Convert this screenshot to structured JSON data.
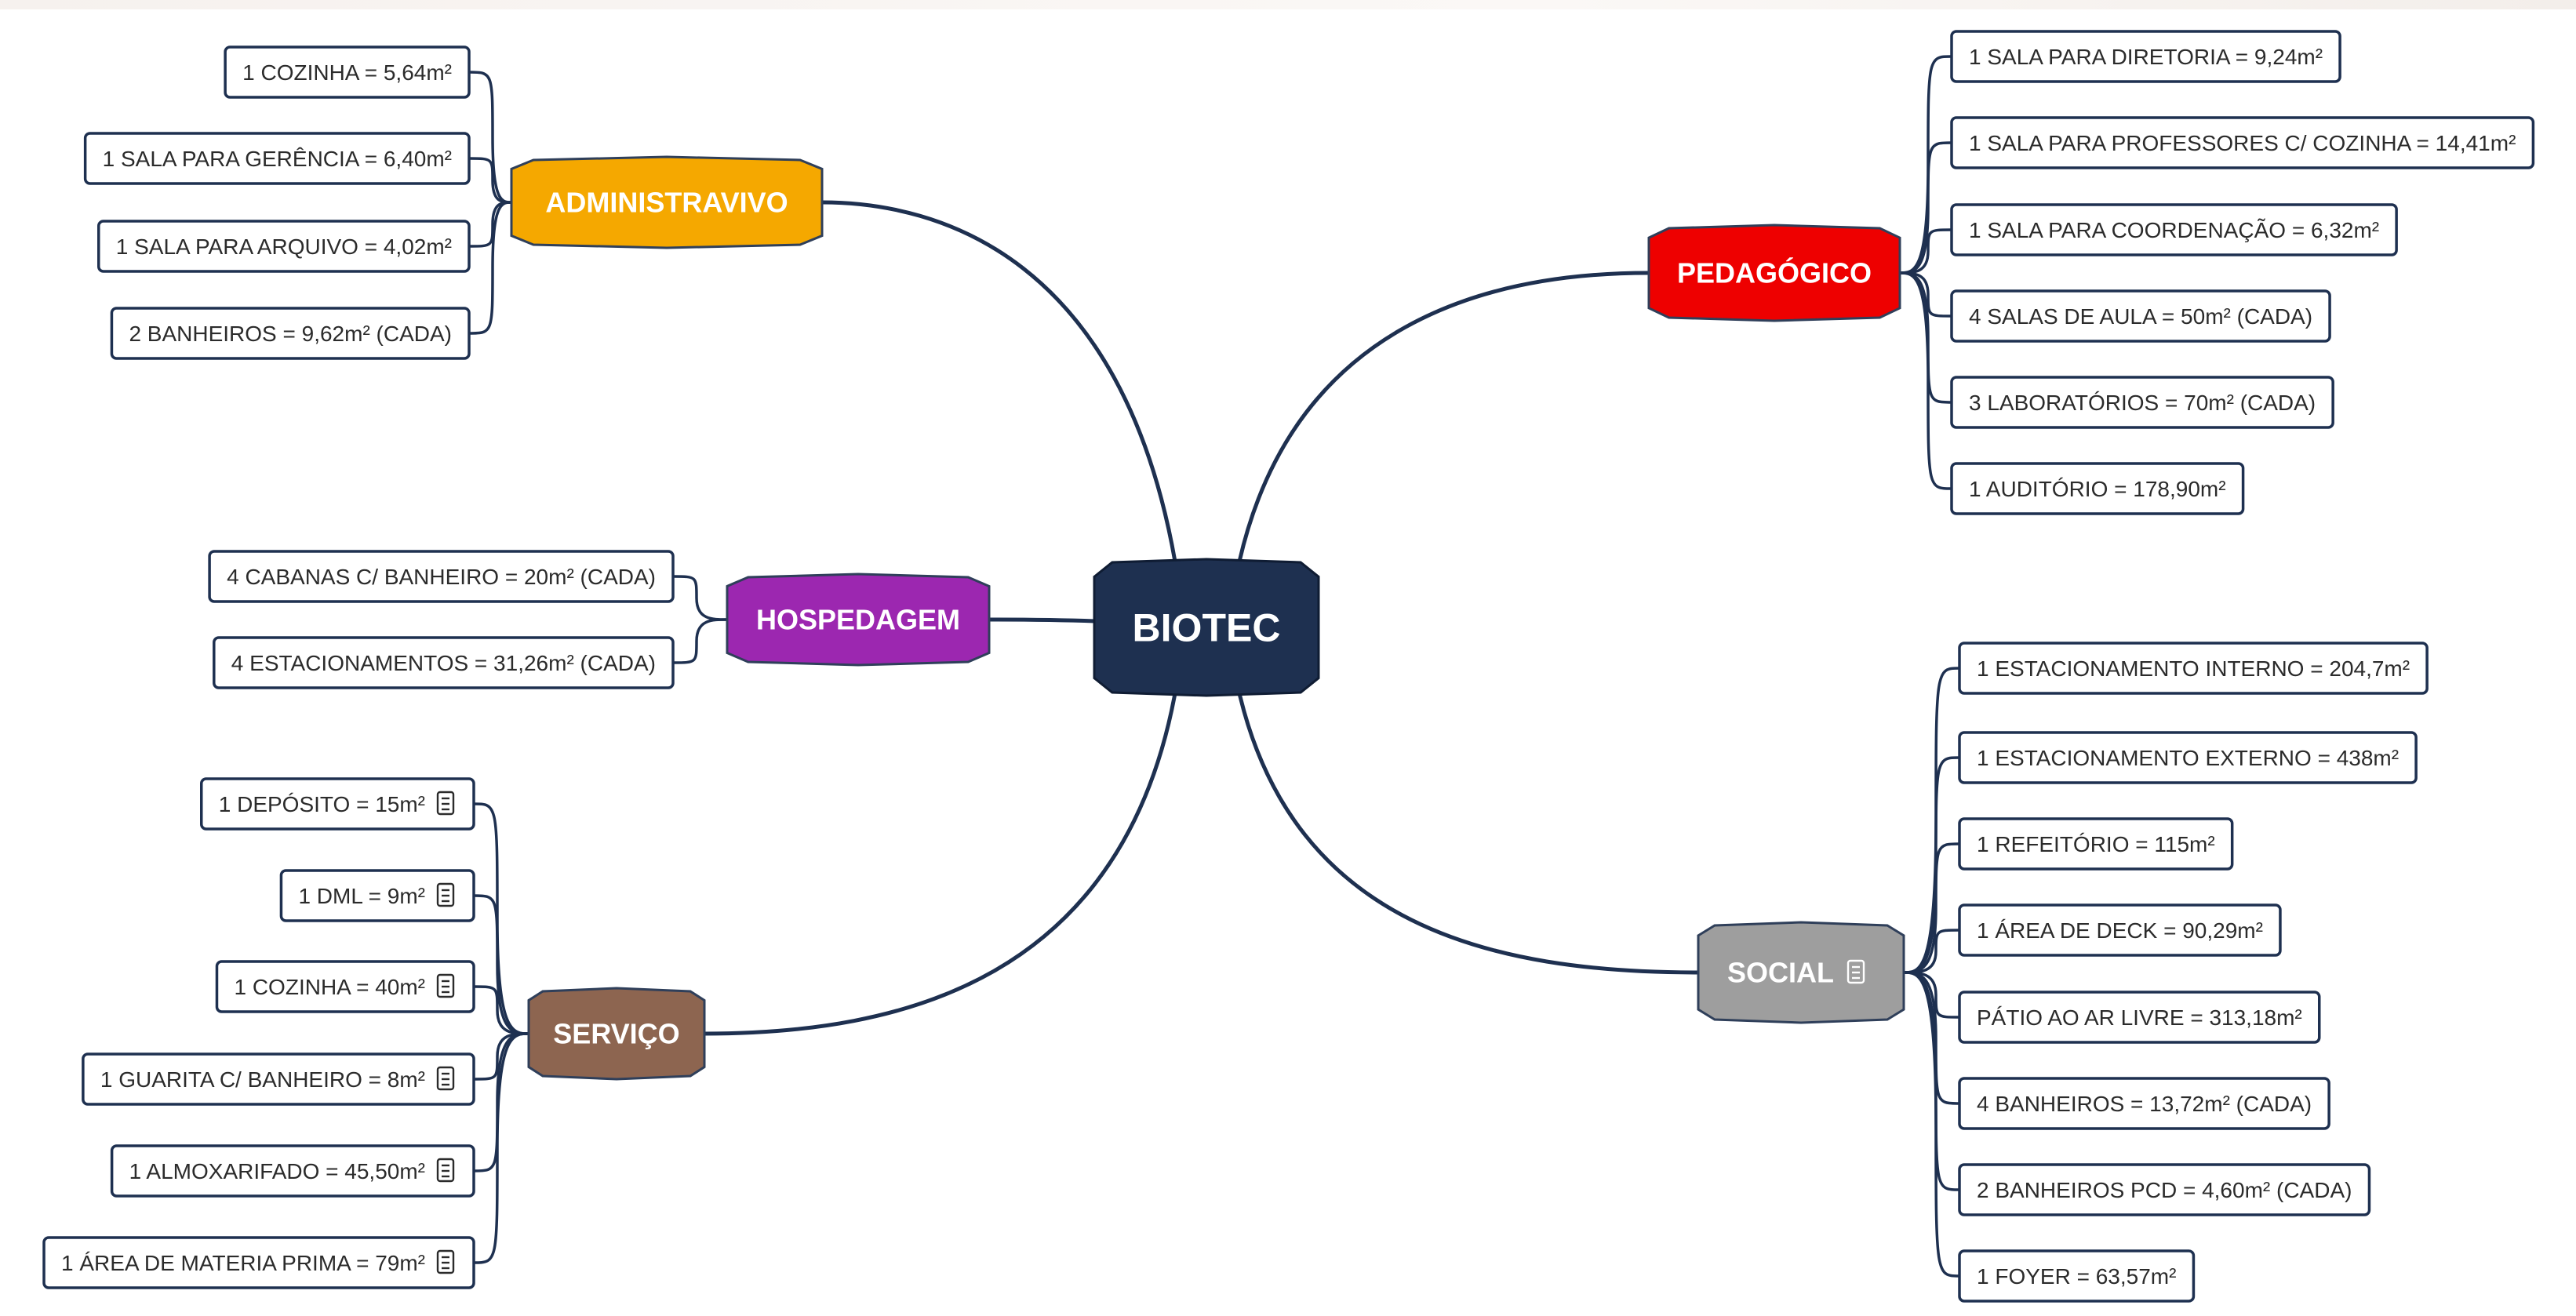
{
  "root": {
    "label": "BIOTEC",
    "color": "#1e3050"
  },
  "line_color": "#1e3050",
  "note_icon": "note-icon",
  "branches": [
    {
      "id": "administrativo",
      "label": "ADMINISTRAVIVO",
      "color": "#f5a800",
      "has_note": false,
      "items": [
        {
          "label": "1 COZINHA = 5,64m²",
          "has_note": false
        },
        {
          "label": "1 SALA PARA GERÊNCIA = 6,40m²",
          "has_note": false
        },
        {
          "label": "1 SALA PARA ARQUIVO = 4,02m²",
          "has_note": false
        },
        {
          "label": "2 BANHEIROS = 9,62m² (CADA)",
          "has_note": false
        }
      ]
    },
    {
      "id": "hospedagem",
      "label": "HOSPEDAGEM",
      "color": "#9c27b0",
      "has_note": false,
      "items": [
        {
          "label": "4 CABANAS C/ BANHEIRO = 20m² (CADA)",
          "has_note": false
        },
        {
          "label": "4 ESTACIONAMENTOS =  31,26m² (CADA)",
          "has_note": false
        }
      ]
    },
    {
      "id": "servico",
      "label": "SERVIÇO",
      "color": "#8d6550",
      "has_note": false,
      "items": [
        {
          "label": "1 DEPÓSITO = 15m²",
          "has_note": true
        },
        {
          "label": "1 DML = 9m²",
          "has_note": true
        },
        {
          "label": "1 COZINHA = 40m²",
          "has_note": true
        },
        {
          "label": "1 GUARITA C/ BANHEIRO = 8m²",
          "has_note": true
        },
        {
          "label": "1 ALMOXARIFADO = 45,50m²",
          "has_note": true
        },
        {
          "label": "1 ÁREA DE MATERIA PRIMA = 79m²",
          "has_note": true
        }
      ]
    },
    {
      "id": "pedagogico",
      "label": "PEDAGÓGICO",
      "color": "#ee0000",
      "has_note": false,
      "items": [
        {
          "label": "1 SALA PARA DIRETORIA = 9,24m²",
          "has_note": false
        },
        {
          "label": "1 SALA PARA PROFESSORES C/ COZINHA = 14,41m²",
          "has_note": false
        },
        {
          "label": "1 SALA PARA COORDENAÇÃO = 6,32m²",
          "has_note": false
        },
        {
          "label": "4 SALAS DE AULA = 50m² (CADA)",
          "has_note": false
        },
        {
          "label": "3 LABORATÓRIOS = 70m² (CADA)",
          "has_note": false
        },
        {
          "label": "1 AUDITÓRIO = 178,90m²",
          "has_note": false
        }
      ]
    },
    {
      "id": "social",
      "label": "SOCIAL",
      "color": "#9e9e9e",
      "has_note": true,
      "items": [
        {
          "label": "1 ESTACIONAMENTO INTERNO = 204,7m²",
          "has_note": false
        },
        {
          "label": "1 ESTACIONAMENTO EXTERNO = 438m²",
          "has_note": false
        },
        {
          "label": "1 REFEITÓRIO = 115m²",
          "has_note": false
        },
        {
          "label": "1 ÁREA DE DECK = 90,29m²",
          "has_note": false
        },
        {
          "label": "PÁTIO AO AR LIVRE = 313,18m²",
          "has_note": false
        },
        {
          "label": "4 BANHEIROS = 13,72m² (CADA)",
          "has_note": false
        },
        {
          "label": "2 BANHEIROS PCD = 4,60m² (CADA)",
          "has_note": false
        },
        {
          "label": "1 FOYER = 63,57m²",
          "has_note": false
        }
      ]
    }
  ]
}
